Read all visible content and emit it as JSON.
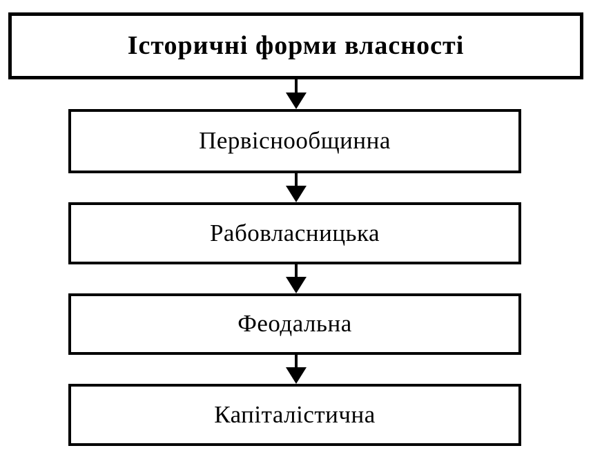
{
  "diagram": {
    "title": "Історичні форми власності",
    "orientation": "vertical-top-down",
    "background_color": "#ffffff",
    "line_color": "#000000",
    "text_color": "#000000",
    "root": {
      "label": "Історичні форми власності",
      "style": "bold"
    },
    "nodes": [
      {
        "label": "Первіснообщинна",
        "style": "regular"
      },
      {
        "label": "Рабовласницька",
        "style": "regular"
      },
      {
        "label": "Феодальна",
        "style": "regular"
      },
      {
        "label": "Капіталістична",
        "style": "regular"
      }
    ],
    "connectors": [
      {
        "type": "arrow-down",
        "from": "Історичні форми власності",
        "to": "Первіснообщинна"
      },
      {
        "type": "arrow-down",
        "from": "Первіснообщинна",
        "to": "Рабовласницька"
      },
      {
        "type": "arrow-down",
        "from": "Рабовласницька",
        "to": "Феодальна"
      },
      {
        "type": "arrow-down",
        "from": "Феодальна",
        "to": "Капіталістична"
      }
    ]
  }
}
